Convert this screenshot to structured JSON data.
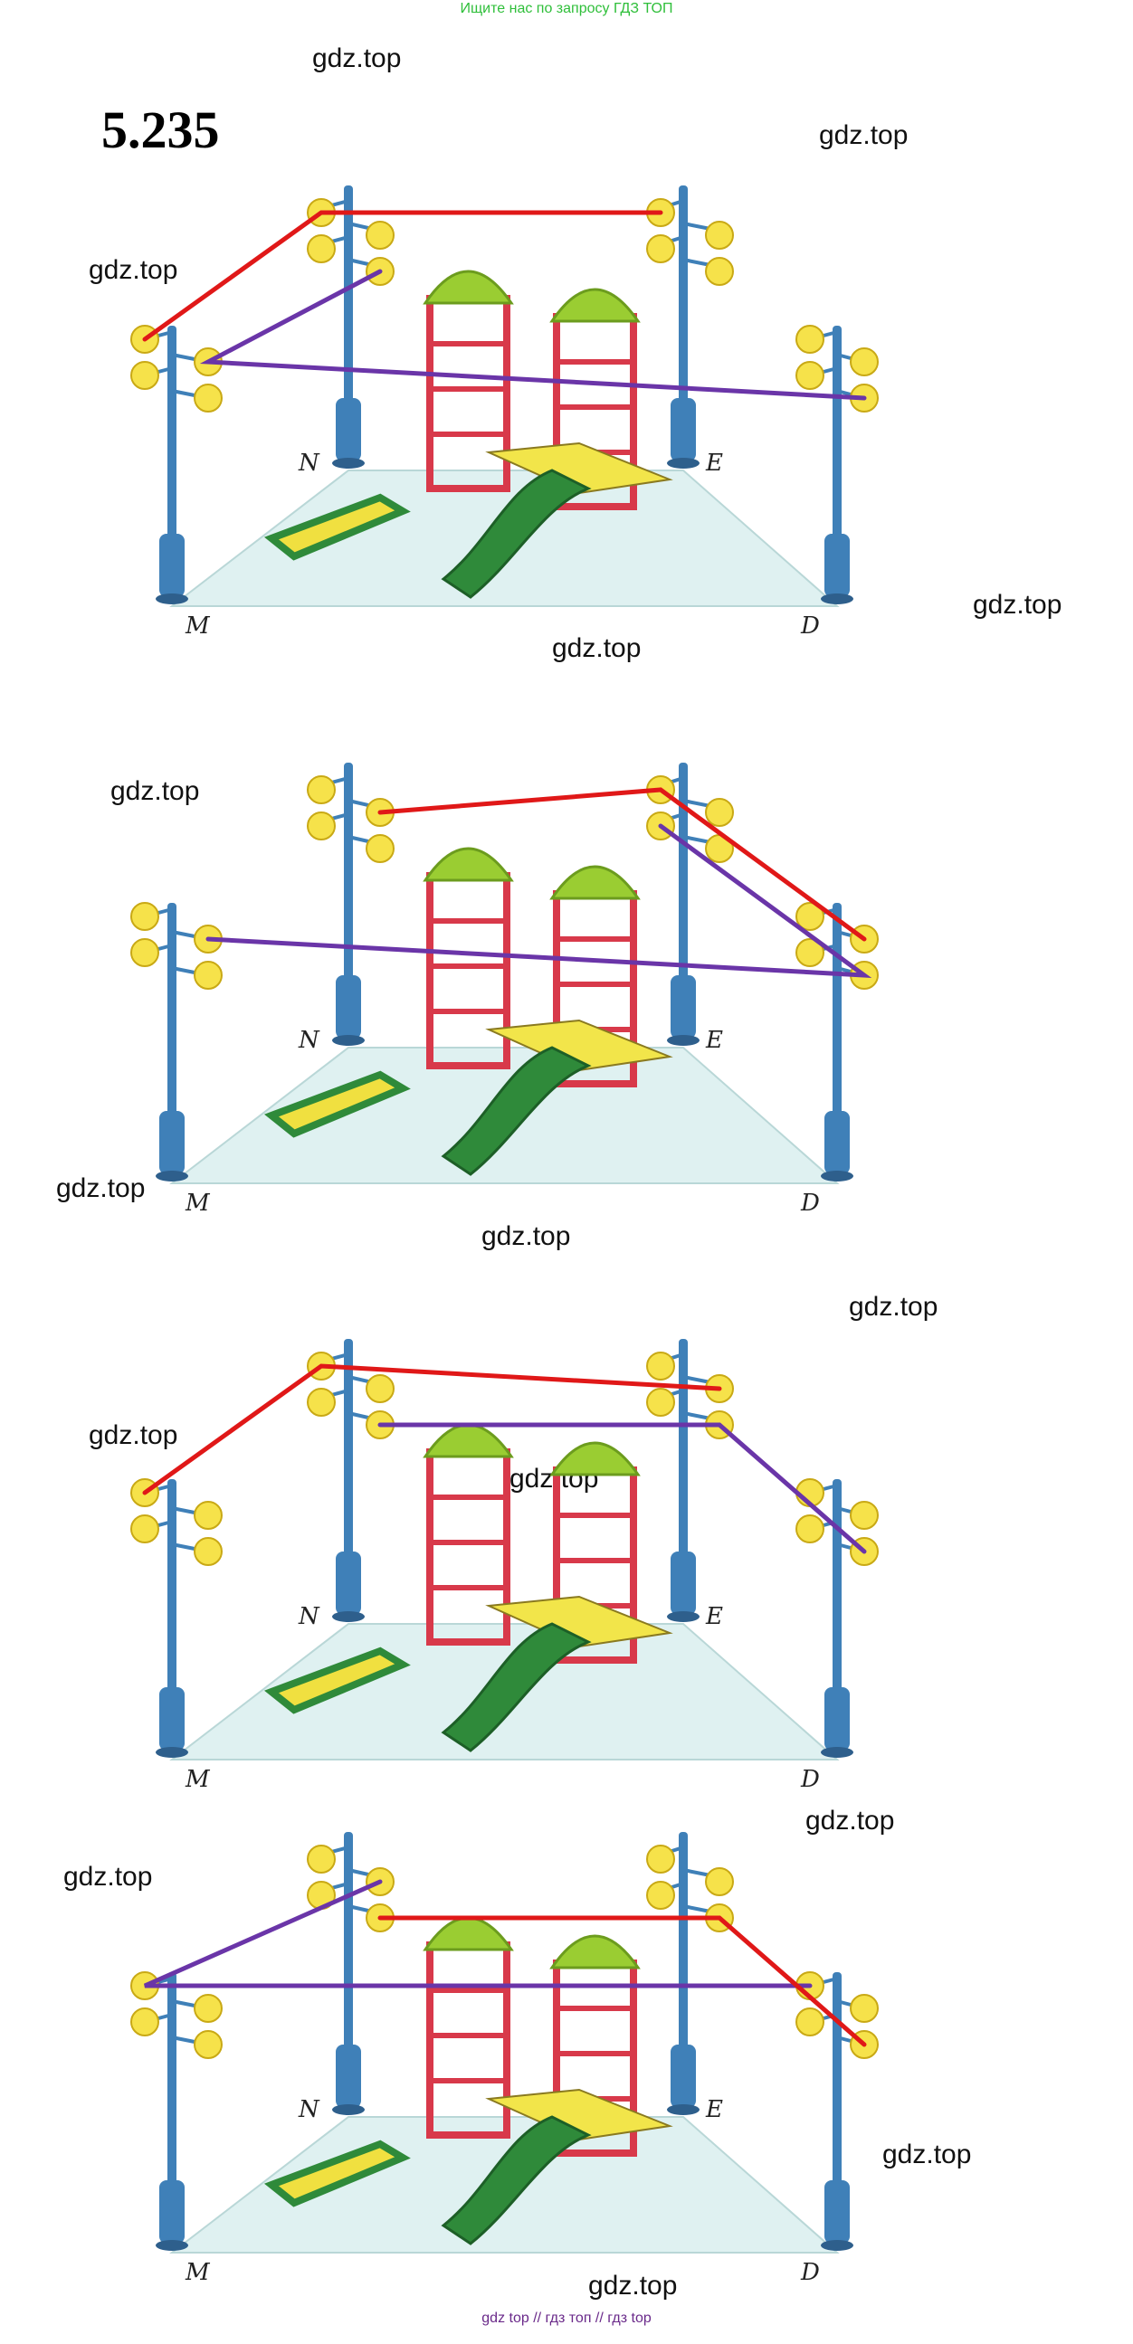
{
  "header": {
    "banner": "Ищите нас по запросу ГДЗ ТОП"
  },
  "problem": {
    "number": "5.235"
  },
  "watermark": "gdz.top",
  "figure": {
    "labels": {
      "m": "M",
      "n": "N",
      "e": "E",
      "d": "D"
    },
    "colors": {
      "red": "#e01818",
      "purple": "#6a35a8",
      "pole": "#3f80b8",
      "lamp": "#f6e24a",
      "frame": "#d8394a",
      "roof": "#9acd32",
      "slide": "#2f8a3a",
      "ground": "#dff1f1"
    }
  },
  "footer": {
    "text": "gdz top // гдз топ // гдз top"
  }
}
